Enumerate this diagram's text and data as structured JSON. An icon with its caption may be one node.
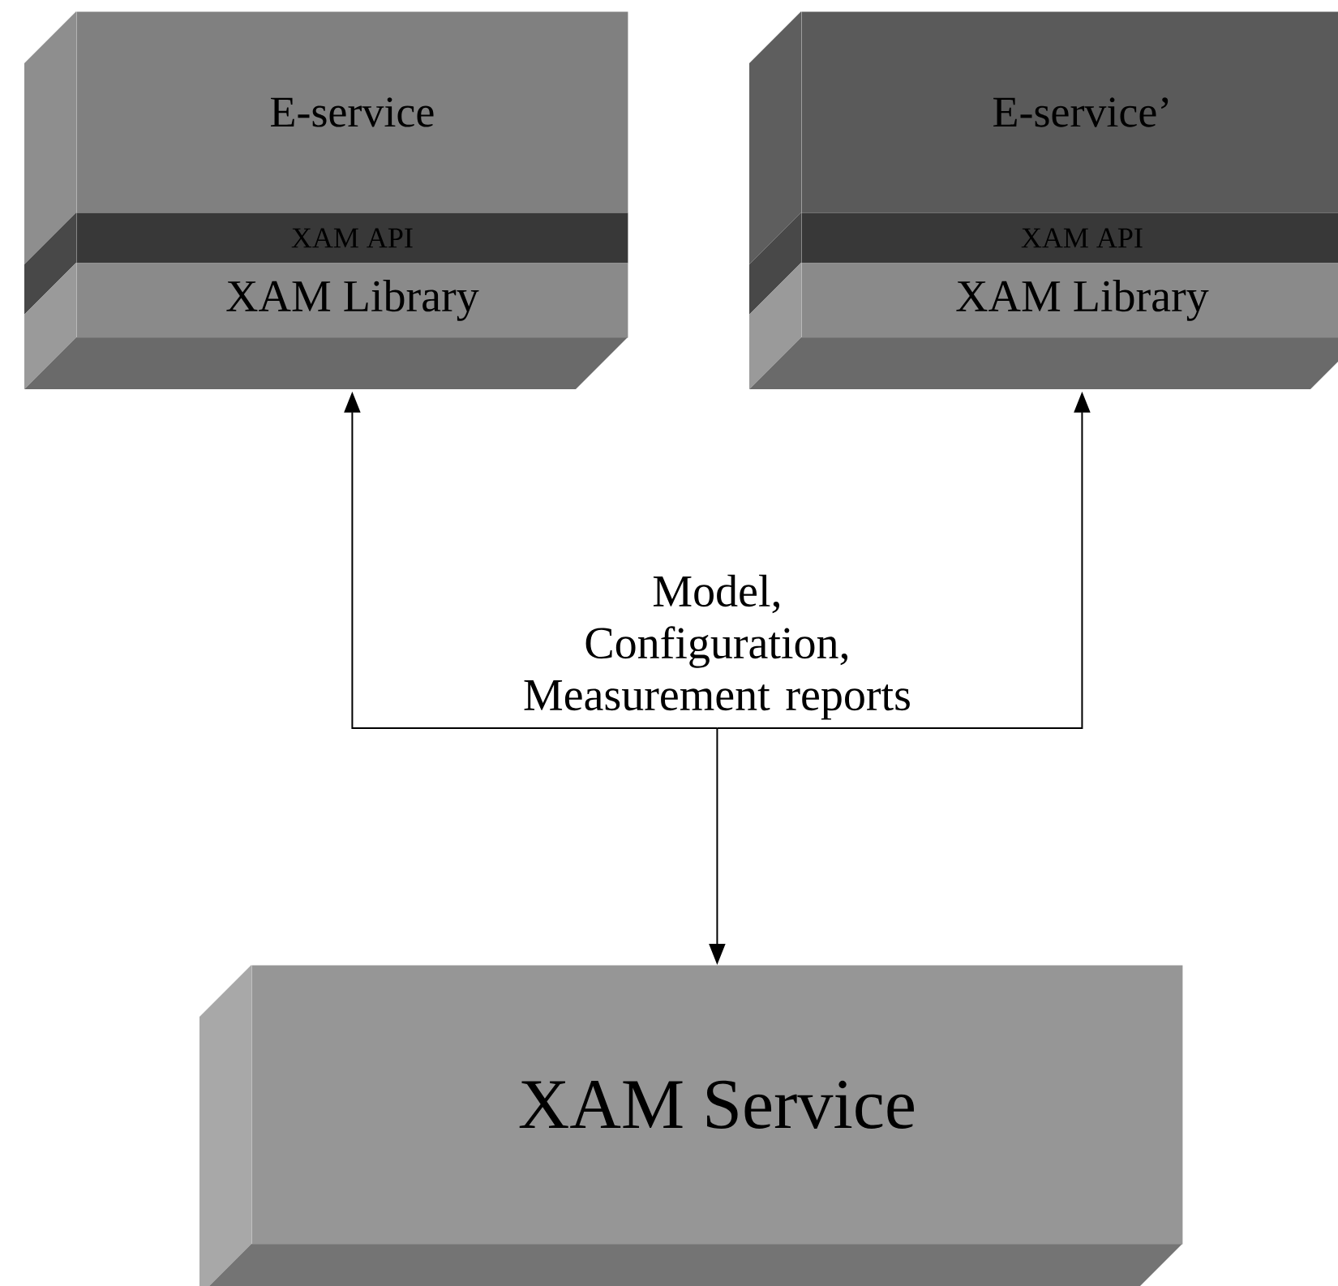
{
  "diagram": {
    "nodes": [
      {
        "text": [
          "E-service"
        ]
      },
      {
        "text": [
          "XAM API"
        ]
      },
      {
        "text": [
          "XAM Library"
        ]
      },
      {
        "text": [
          "E-service’"
        ]
      },
      {
        "text": [
          "XAM API"
        ]
      },
      {
        "text": [
          "XAM Library"
        ]
      },
      {
        "text": [
          "XAM Service"
        ]
      }
    ],
    "edges": [
      {
        "from": 6,
        "to": 2,
        "arrow": "both",
        "label": "Model, Configuration, Measurement reports"
      },
      {
        "from": 6,
        "to": 5,
        "arrow": "both"
      }
    ]
  }
}
